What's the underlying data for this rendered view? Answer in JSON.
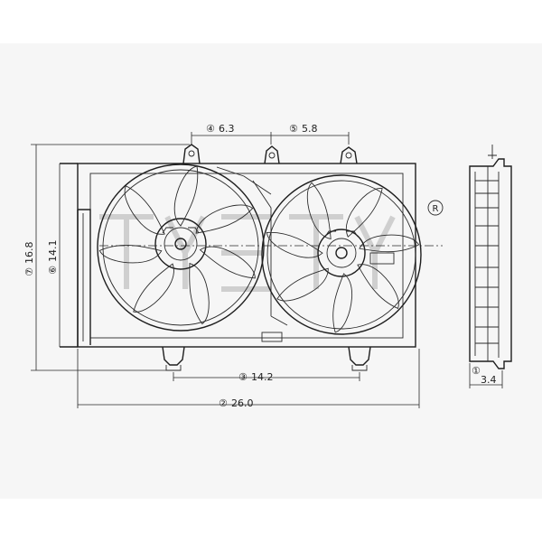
{
  "diagram": {
    "dimensions": [
      {
        "marker": "④",
        "value": "6.3"
      },
      {
        "marker": "⑤",
        "value": "5.8"
      },
      {
        "marker": "⑦",
        "value": "16.8"
      },
      {
        "marker": "⑥",
        "value": "14.1"
      },
      {
        "marker": "③",
        "value": "14.2"
      },
      {
        "marker": "②",
        "value": "26.0"
      },
      {
        "marker": "①",
        "value": "3.4"
      }
    ],
    "registered_mark": "R"
  },
  "colors": {
    "line": "#1e1e1e",
    "background": "#f6f6f6"
  }
}
